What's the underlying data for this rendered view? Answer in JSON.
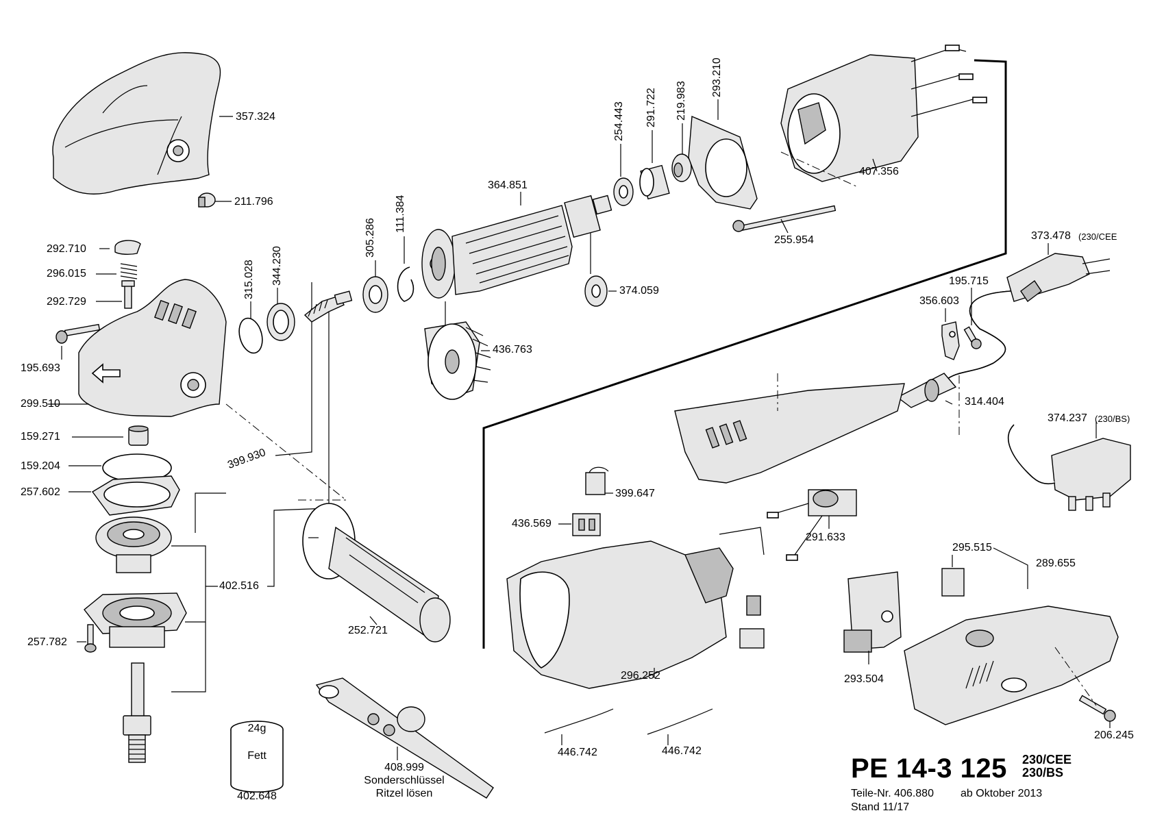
{
  "title": {
    "model": "PE 14-3 125",
    "variants": [
      "230/CEE",
      "230/BS"
    ],
    "part_no": "Teile-Nr. 406.880",
    "valid_from": "ab Oktober 2013",
    "status": "Stand 11/17"
  },
  "parts": {
    "p357324": "357.324",
    "p211796": "211.796",
    "p292710": "292.710",
    "p296015": "296.015",
    "p292729": "292.729",
    "p195693": "195.693",
    "p299510": "299.510",
    "p159271": "159.271",
    "p159204": "159.204",
    "p257602": "257.602",
    "p399930": "399.930",
    "p402516": "402.516",
    "p257782": "257.782",
    "p315028": "315.028",
    "p344230": "344.230",
    "p305286": "305.286",
    "p111384": "111.384",
    "p364851": "364.851",
    "p254443": "254.443",
    "p291722": "291.722",
    "p219983": "219.983",
    "p293210": "293.210",
    "p407356": "407.356",
    "p255954": "255.954",
    "p374059": "374.059",
    "p436763": "436.763",
    "p373478": "373.478",
    "p373478_note": "(230/CEE",
    "p195715": "195.715",
    "p356603": "356.603",
    "p314404": "314.404",
    "p374237": "374.237",
    "p374237_note": "(230/BS)",
    "p399647": "399.647",
    "p436569": "436.569",
    "p291633": "291.633",
    "p295515": "295.515",
    "p289655": "289.655",
    "p252721": "252.721",
    "p296252": "296.252",
    "p293504": "293.504",
    "p206245": "206.245",
    "p446742a": "446.742",
    "p446742b": "446.742",
    "p408999": "408.999",
    "p408999_l1": "Sonderschlüssel",
    "p408999_l2": "Ritzel lösen",
    "p402648": "402.648",
    "grease_amount": "24g",
    "grease_label": "Fett"
  }
}
